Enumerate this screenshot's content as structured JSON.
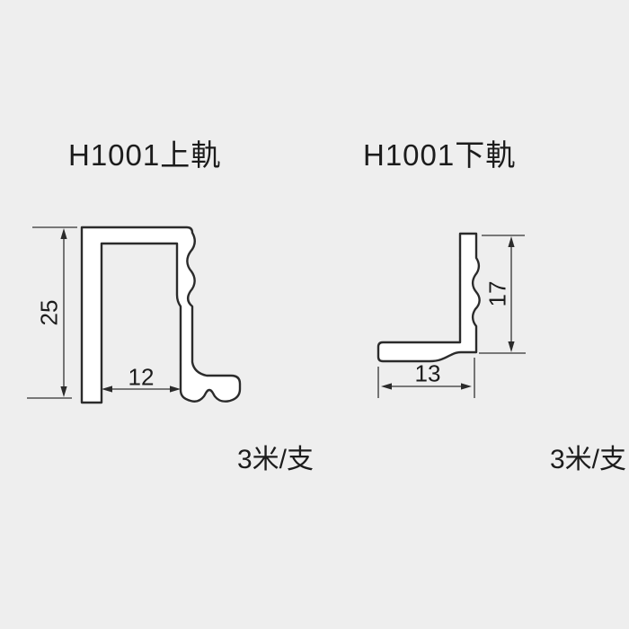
{
  "page": {
    "background": "#eeeeee"
  },
  "colors": {
    "outline": "#2b2b2b",
    "dimension_lines": "#333333",
    "profile_fill": "#ffffff",
    "text": "#1c1c1c"
  },
  "panels": {
    "upper_track": {
      "title": "H1001上軌",
      "height_dim": "25",
      "width_dim": "12",
      "unit": "3米/支"
    },
    "lower_track": {
      "title": "H1001下軌",
      "height_dim": "17",
      "width_dim": "13",
      "unit": "3米/支"
    }
  }
}
